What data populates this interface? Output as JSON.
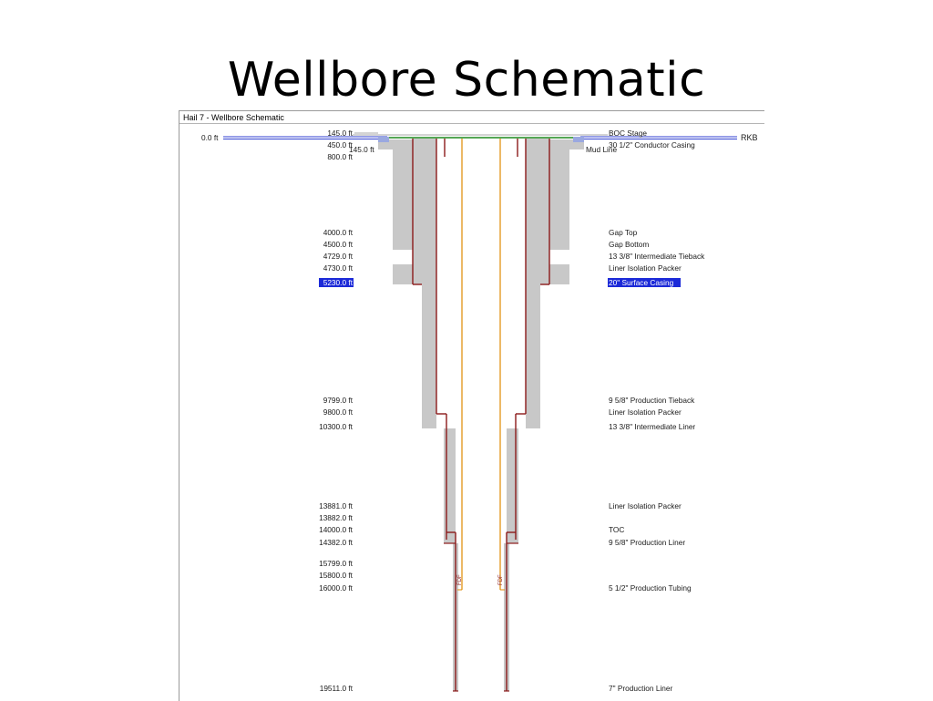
{
  "slide": {
    "title": "Wellbore Schematic"
  },
  "window": {
    "title": "Hail 7 - Wellbore Schematic"
  },
  "surface": {
    "zero_depth": "0.0 ft",
    "rkb": "RKB",
    "mud_line": "Mud Line",
    "mud_depth": "145.0 ft"
  },
  "depths": [
    {
      "text": "145.0 ft",
      "value": 145
    },
    {
      "text": "450.0 ft",
      "value": 450
    },
    {
      "text": "800.0 ft",
      "value": 800
    },
    {
      "text": "4000.0 ft",
      "value": 4000
    },
    {
      "text": "4500.0 ft",
      "value": 4500
    },
    {
      "text": "4729.0 ft",
      "value": 4729
    },
    {
      "text": "4730.0 ft",
      "value": 4730
    },
    {
      "text": "5230.0 ft",
      "value": 5230,
      "highlighted": true
    },
    {
      "text": "9799.0 ft",
      "value": 9799
    },
    {
      "text": "9800.0 ft",
      "value": 9800
    },
    {
      "text": "10300.0 ft",
      "value": 10300
    },
    {
      "text": "13881.0 ft",
      "value": 13881
    },
    {
      "text": "13882.0 ft",
      "value": 13882
    },
    {
      "text": "14000.0 ft",
      "value": 14000
    },
    {
      "text": "14382.0 ft",
      "value": 14382
    },
    {
      "text": "15799.0 ft",
      "value": 15799
    },
    {
      "text": "15800.0 ft",
      "value": 15800
    },
    {
      "text": "16000.0 ft",
      "value": 16000
    },
    {
      "text": "19511.0 ft",
      "value": 19511
    }
  ],
  "components": [
    {
      "text": "BOC Stage",
      "value": 145
    },
    {
      "text": "30 1/2\" Conductor Casing",
      "value": 450
    },
    {
      "text": "Gap Top",
      "value": 4000
    },
    {
      "text": "Gap Bottom",
      "value": 4500
    },
    {
      "text": "13 3/8\" Intermediate Tieback",
      "value": 4729
    },
    {
      "text": "Liner Isolation Packer",
      "value": 4730
    },
    {
      "text": "20\" Surface Casing",
      "value": 5230,
      "highlighted": true
    },
    {
      "text": "9 5/8\" Production Tieback",
      "value": 9799
    },
    {
      "text": "Liner Isolation Packer",
      "value": 9800
    },
    {
      "text": "13 3/8\" Intermediate Liner",
      "value": 10300
    },
    {
      "text": "Liner Isolation Packer",
      "value": 13881
    },
    {
      "text": "TOC",
      "value": 14000
    },
    {
      "text": "9 5/8\" Production Liner",
      "value": 14382
    },
    {
      "text": "5 1/2\" Production Tubing",
      "value": 16000
    },
    {
      "text": "7\" Production Liner",
      "value": 19511
    }
  ],
  "tubing_tag_left": "FDF",
  "tubing_tag_right": "FDF",
  "colors": {
    "cement": "#c8c8c8",
    "casing": "#8b1a1a",
    "tubing": "#e08a00",
    "water_line": "#2f3fd0",
    "seabed_line": "#1f8a1f",
    "highlight": "#1c2ad8"
  }
}
